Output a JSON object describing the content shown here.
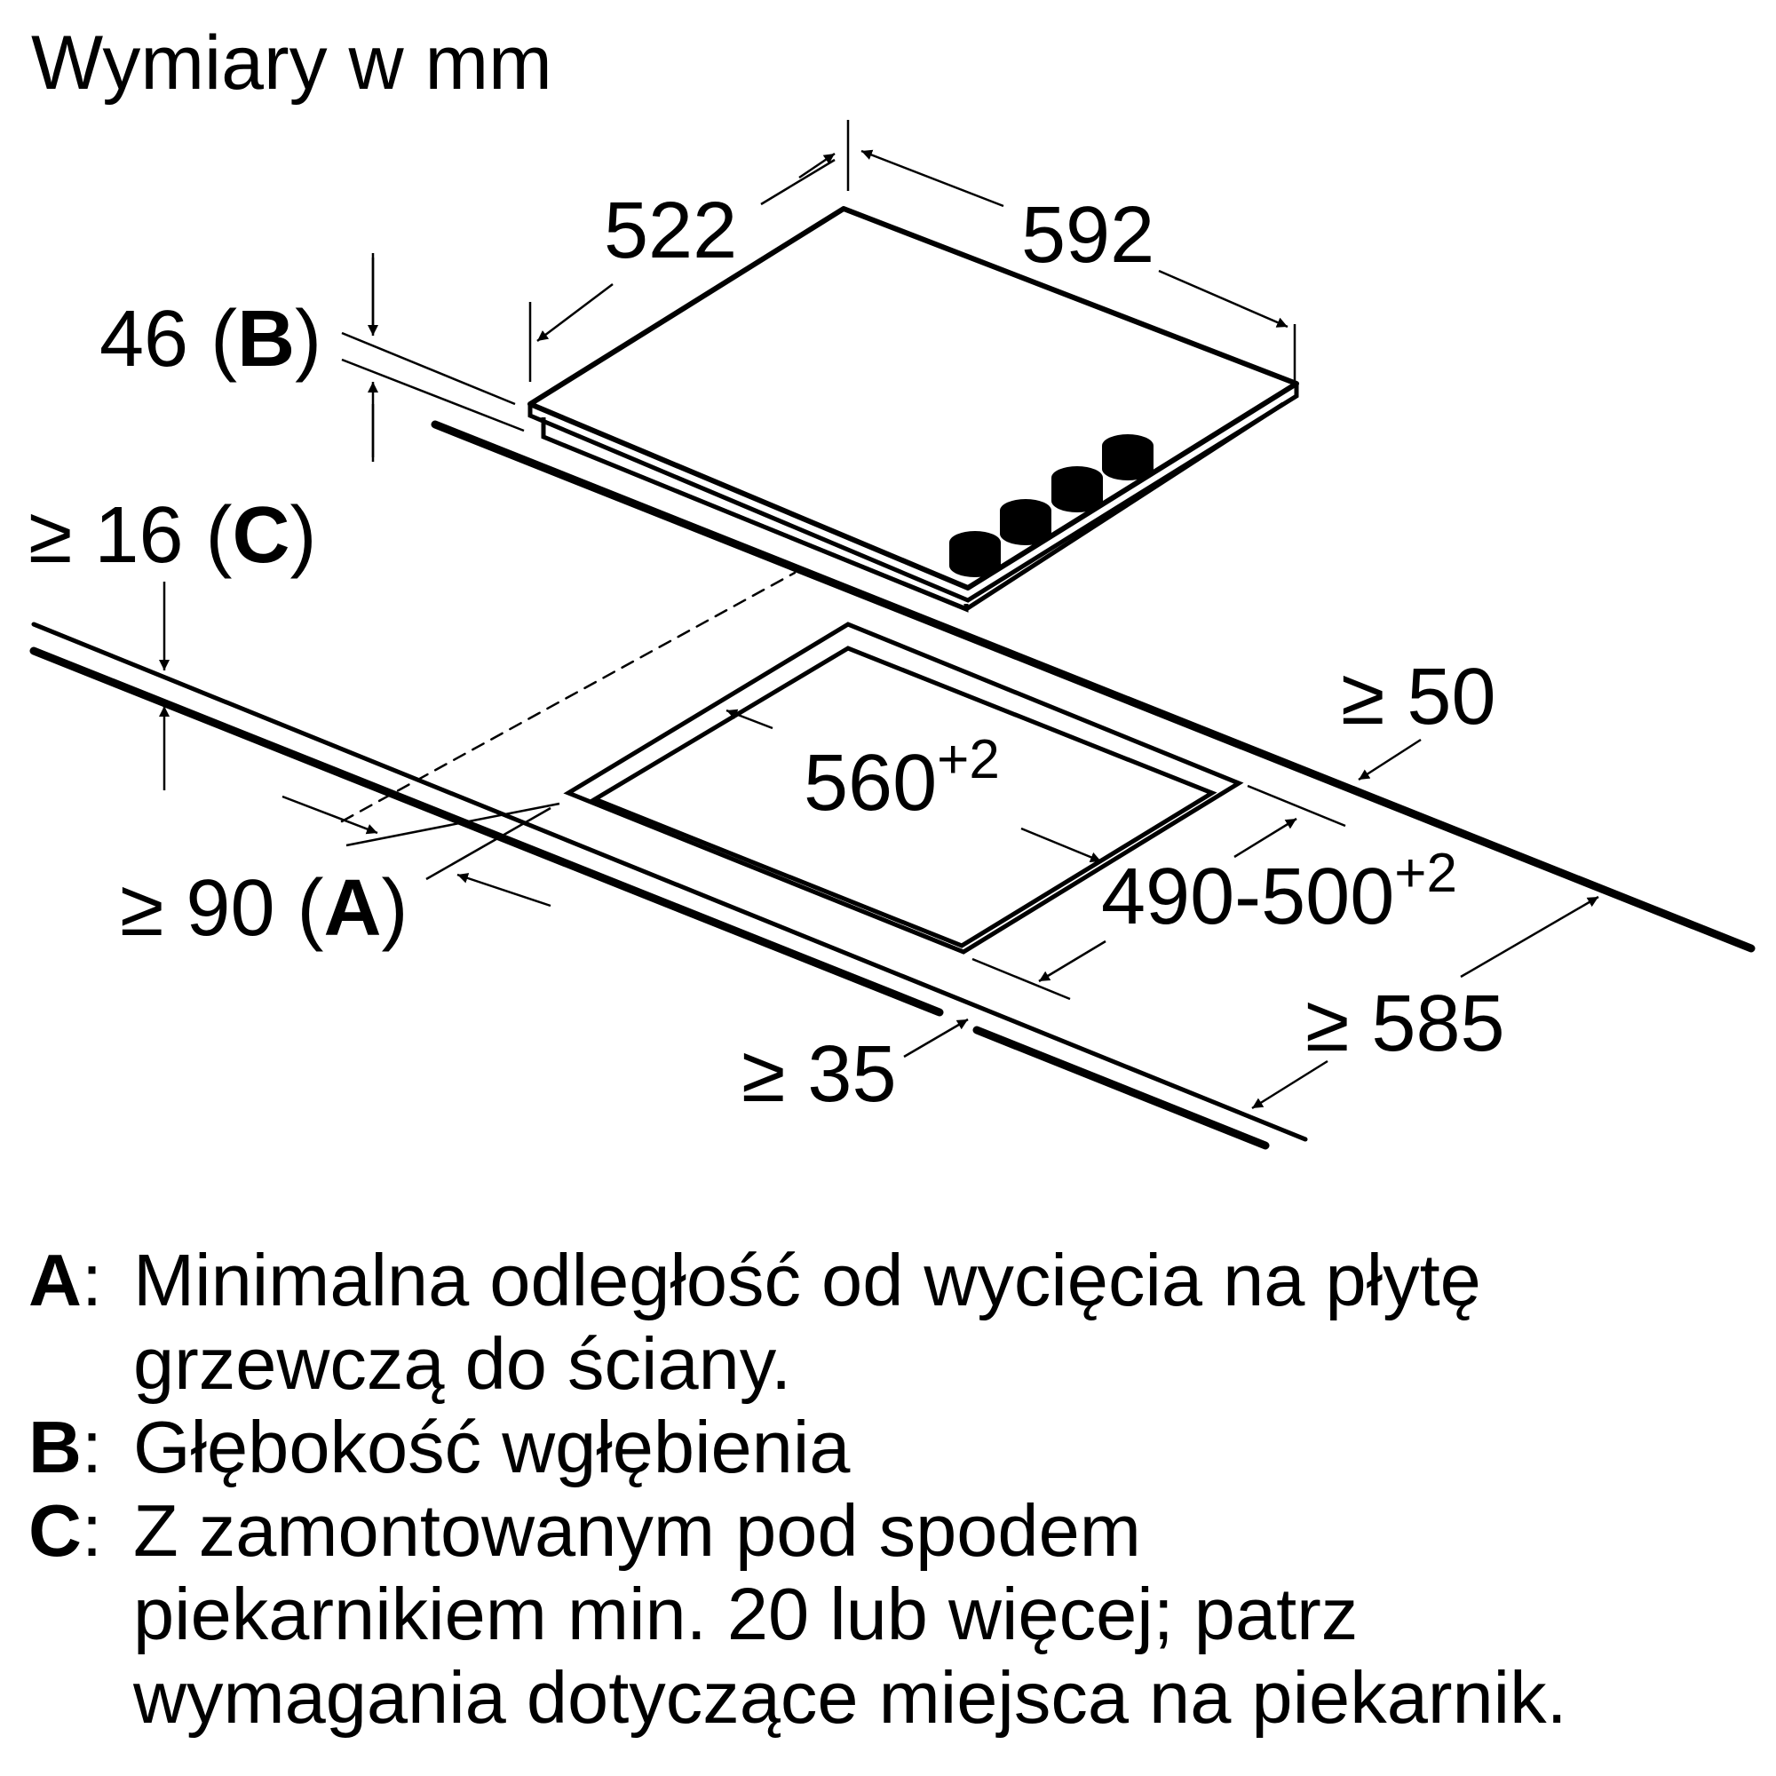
{
  "title": "Wymiary w mm",
  "dimensions": {
    "depth_top": "522",
    "width_top": "592",
    "height_label": "46 (",
    "height_letter": "B",
    "height_close": ")",
    "gap_c_label": "≥ 16 (",
    "gap_c_letter": "C",
    "gap_c_close": ")",
    "wall_gap": "≥ 50",
    "cutout_width": "560",
    "cutout_width_tol": "+2",
    "cutout_depth": "490-500",
    "cutout_depth_tol": "+2",
    "front_gap_label": "≥ 90 (",
    "front_gap_letter": "A",
    "front_gap_close": ")",
    "worktop_depth": "≥ 585",
    "front_edge": "≥ 35"
  },
  "legend": [
    {
      "key": "A",
      "sep": ": ",
      "lines": [
        "Minimalna odległość od wycięcia na płytę",
        "grzewczą do ściany."
      ]
    },
    {
      "key": "B",
      "sep": ": ",
      "lines": [
        "Głębokość wgłębienia"
      ]
    },
    {
      "key": "C",
      "sep": ": ",
      "lines": [
        "Z zamontowanym pod spodem",
        "piekarnikiem min. 20 lub więcej; patrz",
        "wymagania dotyczące miejsca na piekarnik."
      ]
    }
  ]
}
